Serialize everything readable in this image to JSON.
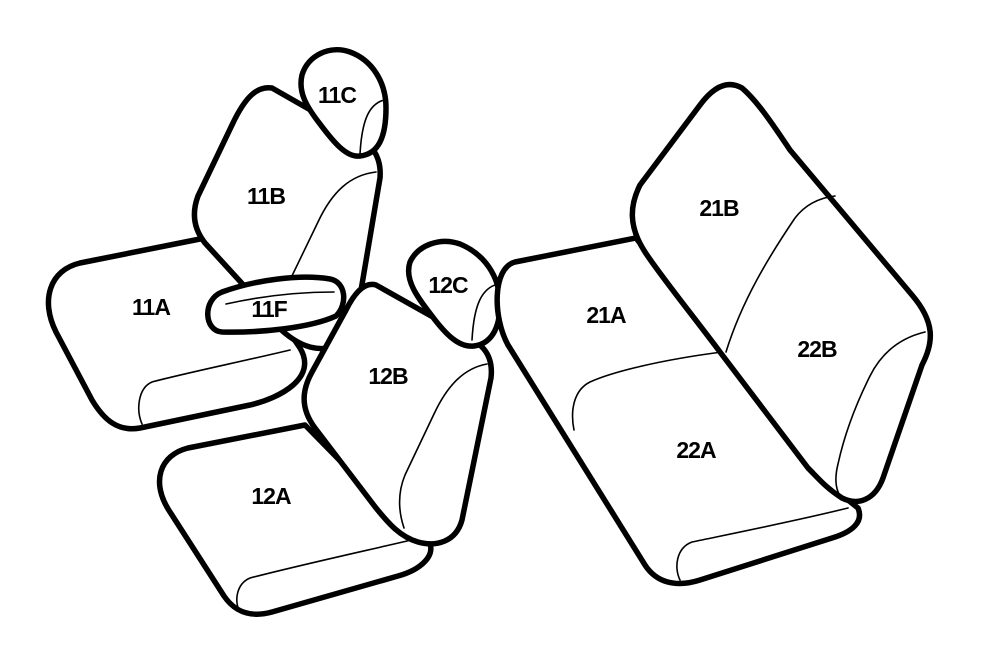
{
  "labels": {
    "l11A": "11A",
    "l11B": "11B",
    "l11C": "11C",
    "l11F": "11F",
    "l12A": "12A",
    "l12B": "12B",
    "l12C": "12C",
    "l21A": "21A",
    "l21B": "21B",
    "l22A": "22A",
    "l22B": "22B"
  }
}
